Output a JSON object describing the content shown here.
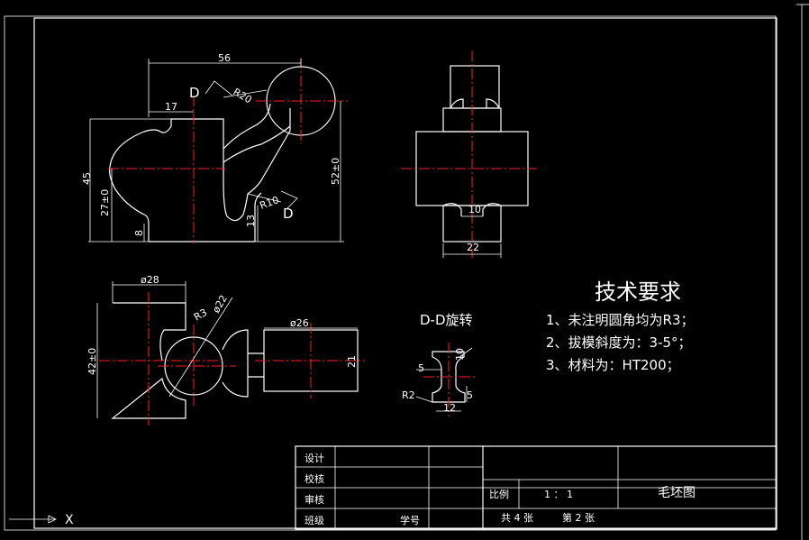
{
  "drawing": {
    "tech_title": "技术要求",
    "tech_items": [
      "1、未注明圆角均为R3；",
      "2、拔模斜度为：3-5°；",
      "3、材料为：HT200；"
    ],
    "section_label": "D-D旋转",
    "section_mark": "D",
    "dims": {
      "d56": "56",
      "d17": "17",
      "d45": "45",
      "d27": "27±0",
      "d8": "8",
      "d13": "13",
      "d52": "52±0",
      "r20": "R20",
      "r10": "R10",
      "d10": "10",
      "d22": "22",
      "phi28": "ø28",
      "phi22": "ø22",
      "r3": "R3",
      "d42": "42±0",
      "phi26": "ø26",
      "d21": "21",
      "s5a": "5",
      "s5b": "5",
      "s2": "R2",
      "s12": "12",
      "s10": "10"
    }
  },
  "title_block": {
    "design": "设计",
    "check": "校核",
    "review": "审核",
    "class": "班级",
    "student_no": "学号",
    "scale_label": "比例",
    "scale_value": "1 ： 1",
    "drawing_name": "毛坯图",
    "sheets": "共 4 张",
    "sheet_no": "第 2 张"
  },
  "ucs_label": "X"
}
